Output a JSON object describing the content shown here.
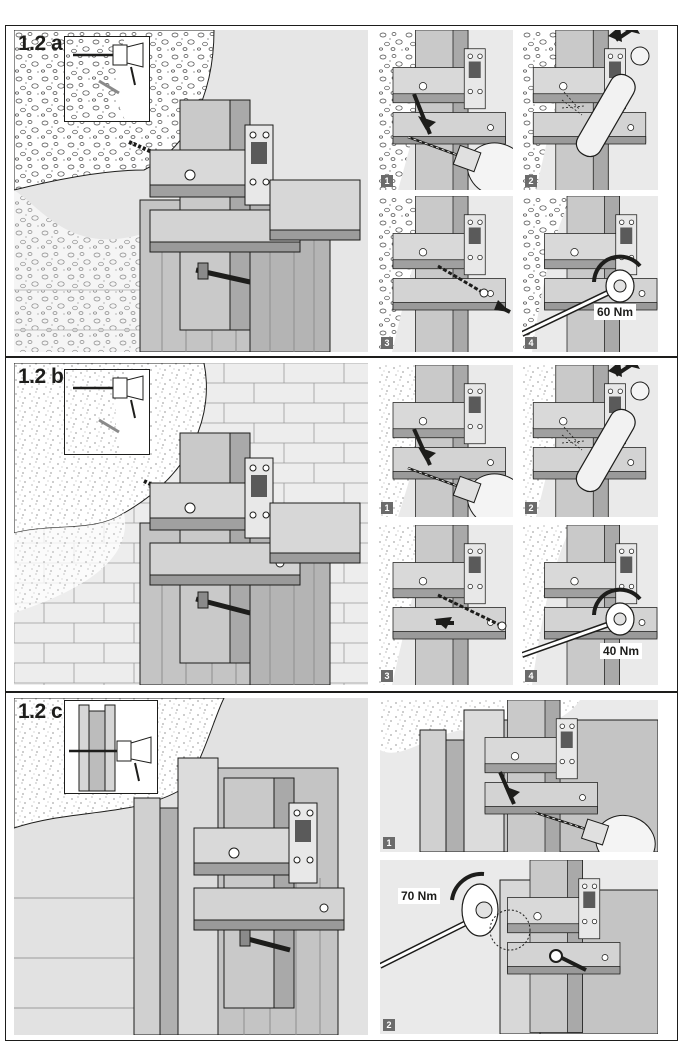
{
  "sections": [
    {
      "id": "1.2a",
      "label": "1.2 a",
      "base": "concrete",
      "steps": [
        {
          "number": "1",
          "action": "drill"
        },
        {
          "number": "2",
          "action": "clean"
        },
        {
          "number": "3",
          "action": "insert-anchor"
        },
        {
          "number": "4",
          "action": "torque",
          "torque": "60 Nm"
        }
      ]
    },
    {
      "id": "1.2b",
      "label": "1.2 b",
      "base": "masonry",
      "steps": [
        {
          "number": "1",
          "action": "drill"
        },
        {
          "number": "2",
          "action": "clean"
        },
        {
          "number": "3",
          "action": "insert-anchor"
        },
        {
          "number": "4",
          "action": "torque",
          "torque": "40 Nm"
        }
      ]
    },
    {
      "id": "1.2c",
      "label": "1.2 c",
      "base": "steel-beam",
      "steps": [
        {
          "number": "1",
          "action": "drill"
        },
        {
          "number": "2",
          "action": "bolt",
          "torque": "70 Nm"
        }
      ]
    }
  ],
  "colors": {
    "frame": "#1d1d1b",
    "panel_bg": "#eaeaea",
    "bracket_light": "#d9d9d9",
    "bracket_mid": "#bdbdbd",
    "bracket_dark": "#8f8f8f",
    "step_badge": "#6b6b6b",
    "arrow": "#1d1d1b"
  }
}
